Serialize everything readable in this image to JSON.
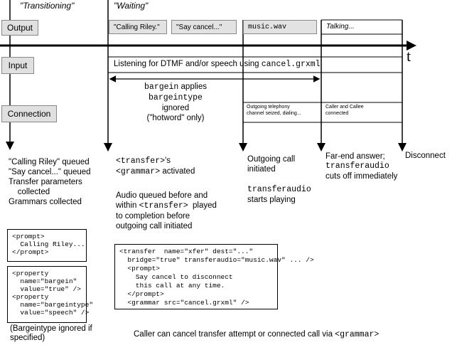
{
  "phases": {
    "transitioning": "\"Transitioning\"",
    "waiting": "\"Waiting\""
  },
  "rows": {
    "output": "Output",
    "input": "Input",
    "connection": "Connection"
  },
  "output_boxes": [
    "\"Calling Riley.\"",
    "\"Say cancel...\"",
    "music.wav",
    "Talking..."
  ],
  "time_label": "t",
  "input_listen": {
    "prefix": "Listening for DTMF and/or speech using ",
    "code": "cancel.grxml"
  },
  "bargein_note": {
    "l1": "bargein",
    "l1b": " applies",
    "l2": "bargeintype",
    "l2b": " ignored",
    "l3": "(\"hotword\" only)"
  },
  "connection_notes": {
    "seized": "Outgoing telephony\nchannel seized, dialing...",
    "connected": "Caller and Callee\nconnected"
  },
  "events": {
    "col1": "\"Calling Riley\" queued\n\"Say cancel...\" queued\nTransfer parameters\n    collected\nGrammars collected",
    "col2_a1": "<transfer>",
    "col2_a1b": "'s",
    "col2_a2": "<grammar>",
    "col2_a2b": " activated",
    "col2_b": "Audio queued before and\nwithin ",
    "col2_b_code": "<transfer>",
    "col2_b2": "  played\nto completion before\noutgoing call initiated",
    "col3_a": "Outgoing call\ninitiated",
    "col3_b1": "transferaudio",
    "col3_b2": "starts playing",
    "col4_a": "Far-end answer;",
    "col4_b1": "transferaudio",
    "col4_b2": "cuts off immediately",
    "col5": "Disconnect"
  },
  "code": {
    "prompt": "<prompt>\n  Calling Riley...\n</prompt>",
    "property": "<property\n  name=\"bargein\"\n  value=\"true\" />\n<property\n  name=\"bargeintype\"\n  value=\"speech\" />",
    "transfer": "<transfer  name=\"xfer\" dest=\"...\"\n  bridge=\"true\" transferaudio=\"music.wav\" ... />\n  <prompt>\n    Say cancel to disconnect\n    this call at any time.\n  </prompt>\n  <grammar src=\"cancel.grxml\" />"
  },
  "footnotes": {
    "bargeintype": "(Bargeintype ignored if\nspecified)",
    "caller_prefix": "Caller can cancel transfer attempt or connected call via ",
    "caller_code": "<grammar>"
  }
}
